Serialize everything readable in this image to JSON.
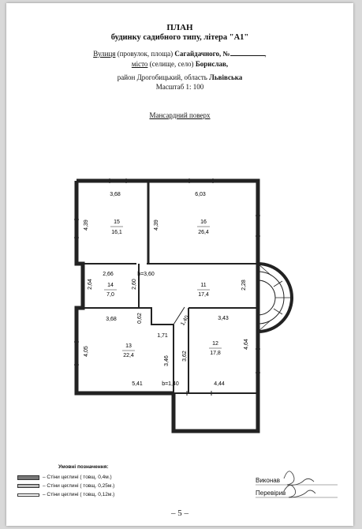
{
  "header": {
    "title": "ПЛАН",
    "subtitle": "будинку садибного типу, літера \"А1\"",
    "street_label": "Вулиця",
    "street_hint": "(провулок, площа)",
    "street_value": "Сагайдачного, №",
    "city_label": "місто",
    "city_hint": "(селище, село)",
    "city_value": "Борислав,",
    "district": "район Дрогобицький, область",
    "region": "Львівська",
    "scale": "Масштаб 1: 100"
  },
  "floor_title": "Мансардний  поверх",
  "rooms": [
    {
      "num": "15",
      "area": "16,1"
    },
    {
      "num": "16",
      "area": "26,4"
    },
    {
      "num": "14",
      "area": "7,0"
    },
    {
      "num": "11",
      "area": "17,4"
    },
    {
      "num": "13",
      "area": "22,4"
    },
    {
      "num": "12",
      "area": "17,8"
    }
  ],
  "dims": {
    "d1": "3,68",
    "d2": "6,03",
    "d3": "4,39",
    "d4": "4,39",
    "d5": "2,66",
    "d6": "b=3,60",
    "d7": "2,64",
    "d8": "2,60",
    "d9": "2,28",
    "d10": "3,68",
    "d11": "0,62",
    "d12": "1,71",
    "d13": "1,40",
    "d14": "3,43",
    "d15": "4,05",
    "d16": "3,46",
    "d17": "3,62",
    "d18": "4,64",
    "d19": "5,41",
    "d20": "b=1,40",
    "d21": "4,44"
  },
  "legend": {
    "title": "Умовні позначення:",
    "items": [
      "– Стіни цеглині ( товщ. 0,4м.)",
      "– Стіни цеглині  ( товщ. 0,25м.)",
      "– Стіни цеглині  ( товщ. 0,12м.)"
    ]
  },
  "signatures": {
    "executed": "Виконав",
    "checked": "Перевірив"
  },
  "page_number": "– 5 –"
}
